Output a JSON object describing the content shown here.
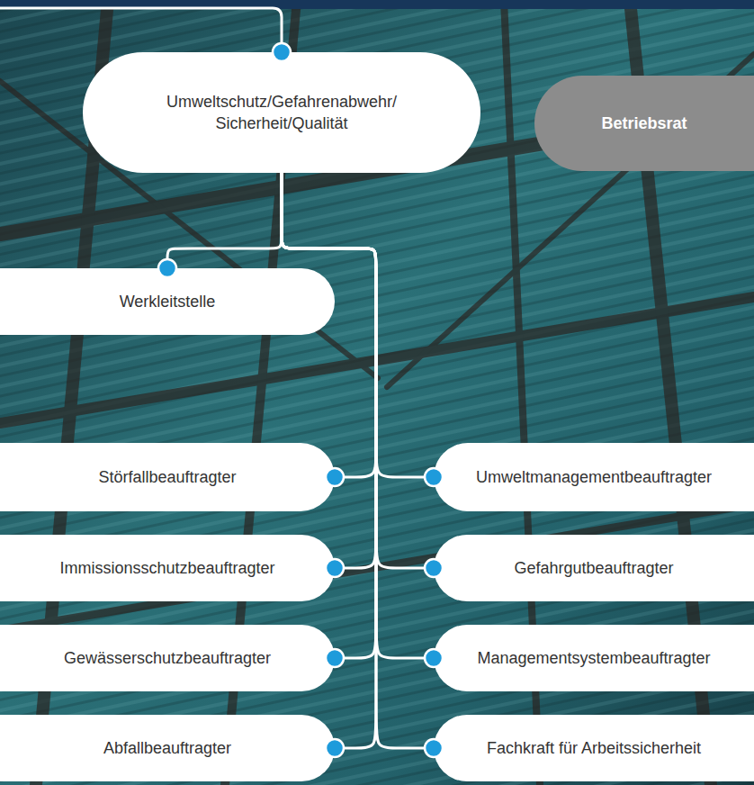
{
  "diagram": {
    "nodes": [
      {
        "text": [
          "Umweltschutz/Gefahrenabwehr/ Sicherheit/Qualität"
        ]
      },
      {
        "text": [
          "Betriebsrat"
        ]
      },
      {
        "text": [
          "Werkleitstelle"
        ]
      },
      {
        "text": [
          "Störfallbeauftragter"
        ]
      },
      {
        "text": [
          "Umweltmanagementbeauftragter"
        ]
      },
      {
        "text": [
          "Immissionsschutzbeauftragter"
        ]
      },
      {
        "text": [
          "Gefahrgutbeauftragter"
        ]
      },
      {
        "text": [
          "Gewässerschutzbeauftragter"
        ]
      },
      {
        "text": [
          "Managementsystembeauftragter"
        ]
      },
      {
        "text": [
          "Abfallbeauftragter"
        ]
      },
      {
        "text": [
          "Fachkraft für Arbeitssicherheit"
        ]
      }
    ],
    "edges": [
      {
        "from": 0,
        "to": 2,
        "arrow": "none"
      },
      {
        "from": 0,
        "to": 3,
        "arrow": "none"
      },
      {
        "from": 0,
        "to": 4,
        "arrow": "none"
      },
      {
        "from": 0,
        "to": 5,
        "arrow": "none"
      },
      {
        "from": 0,
        "to": 6,
        "arrow": "none"
      },
      {
        "from": 0,
        "to": 7,
        "arrow": "none"
      },
      {
        "from": 0,
        "to": 8,
        "arrow": "none"
      },
      {
        "from": 0,
        "to": 9,
        "arrow": "none"
      },
      {
        "from": 0,
        "to": 10,
        "arrow": "none"
      }
    ]
  }
}
